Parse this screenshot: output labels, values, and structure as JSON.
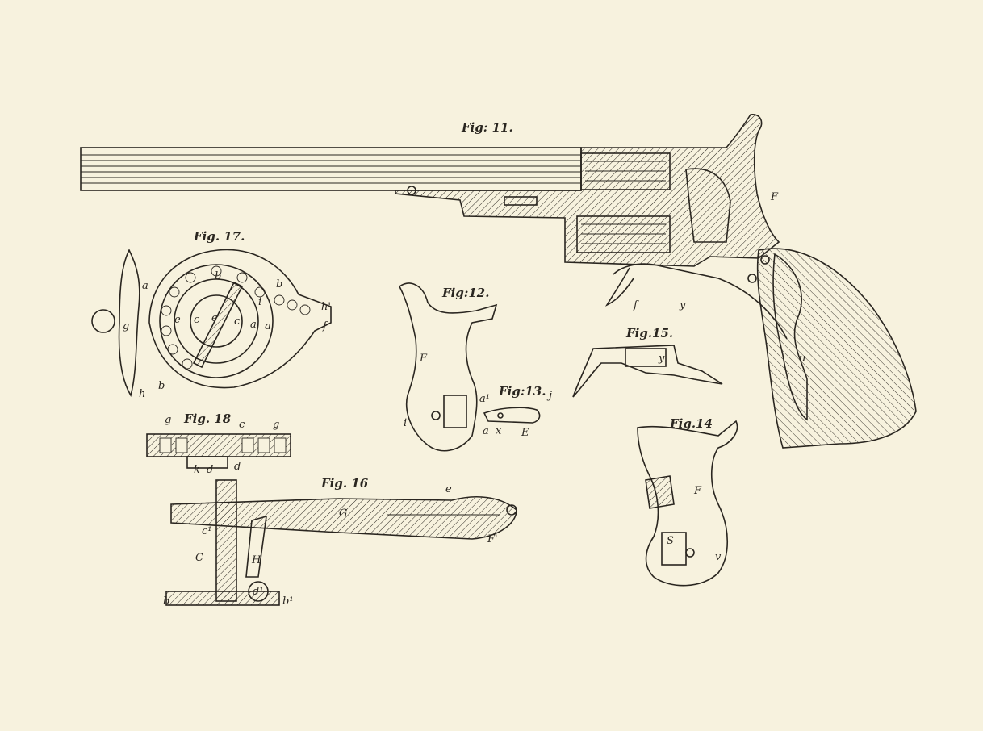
{
  "colors": {
    "paper": "#f7f2de",
    "ink": "#2a2620"
  },
  "figures": {
    "fig11": {
      "title": "Fig: 11.",
      "labels": {
        "F": "F",
        "f": "f",
        "y": "y",
        "u": "u"
      }
    },
    "fig12": {
      "title": "Fig:12.",
      "labels": {
        "F": "F",
        "i": "i"
      }
    },
    "fig13": {
      "title": "Fig:13.",
      "labels": {
        "j": "j",
        "a1": "a¹",
        "a": "a",
        "x": "x",
        "E": "E"
      }
    },
    "fig14": {
      "title": "Fig.14",
      "labels": {
        "F": "F",
        "S": "S",
        "v": "v"
      }
    },
    "fig15": {
      "title": "Fig.15.",
      "labels": {
        "y": "y"
      }
    },
    "fig16": {
      "title": "Fig. 16",
      "labels": {
        "e": "e",
        "G": "G",
        "F1": "F'",
        "c1": "c¹",
        "C": "C",
        "H": "H",
        "d1": "d¹",
        "b": "b",
        "b1": "b¹"
      }
    },
    "fig17": {
      "title": "Fig. 17.",
      "labels": {
        "a": "a",
        "b": "b",
        "b2": "b",
        "c": "c",
        "e": "e",
        "c2": "c",
        "a2": "a",
        "i": "i",
        "g": "g",
        "h": "h",
        "h1": "h'",
        "f": "f",
        "b3": "b",
        "e2": "e",
        "a3": "a"
      }
    },
    "fig18": {
      "title": "Fig. 18",
      "labels": {
        "g": "g",
        "g2": "g",
        "c": "c",
        "k": "k",
        "d": "d",
        "d2": "d"
      }
    }
  }
}
